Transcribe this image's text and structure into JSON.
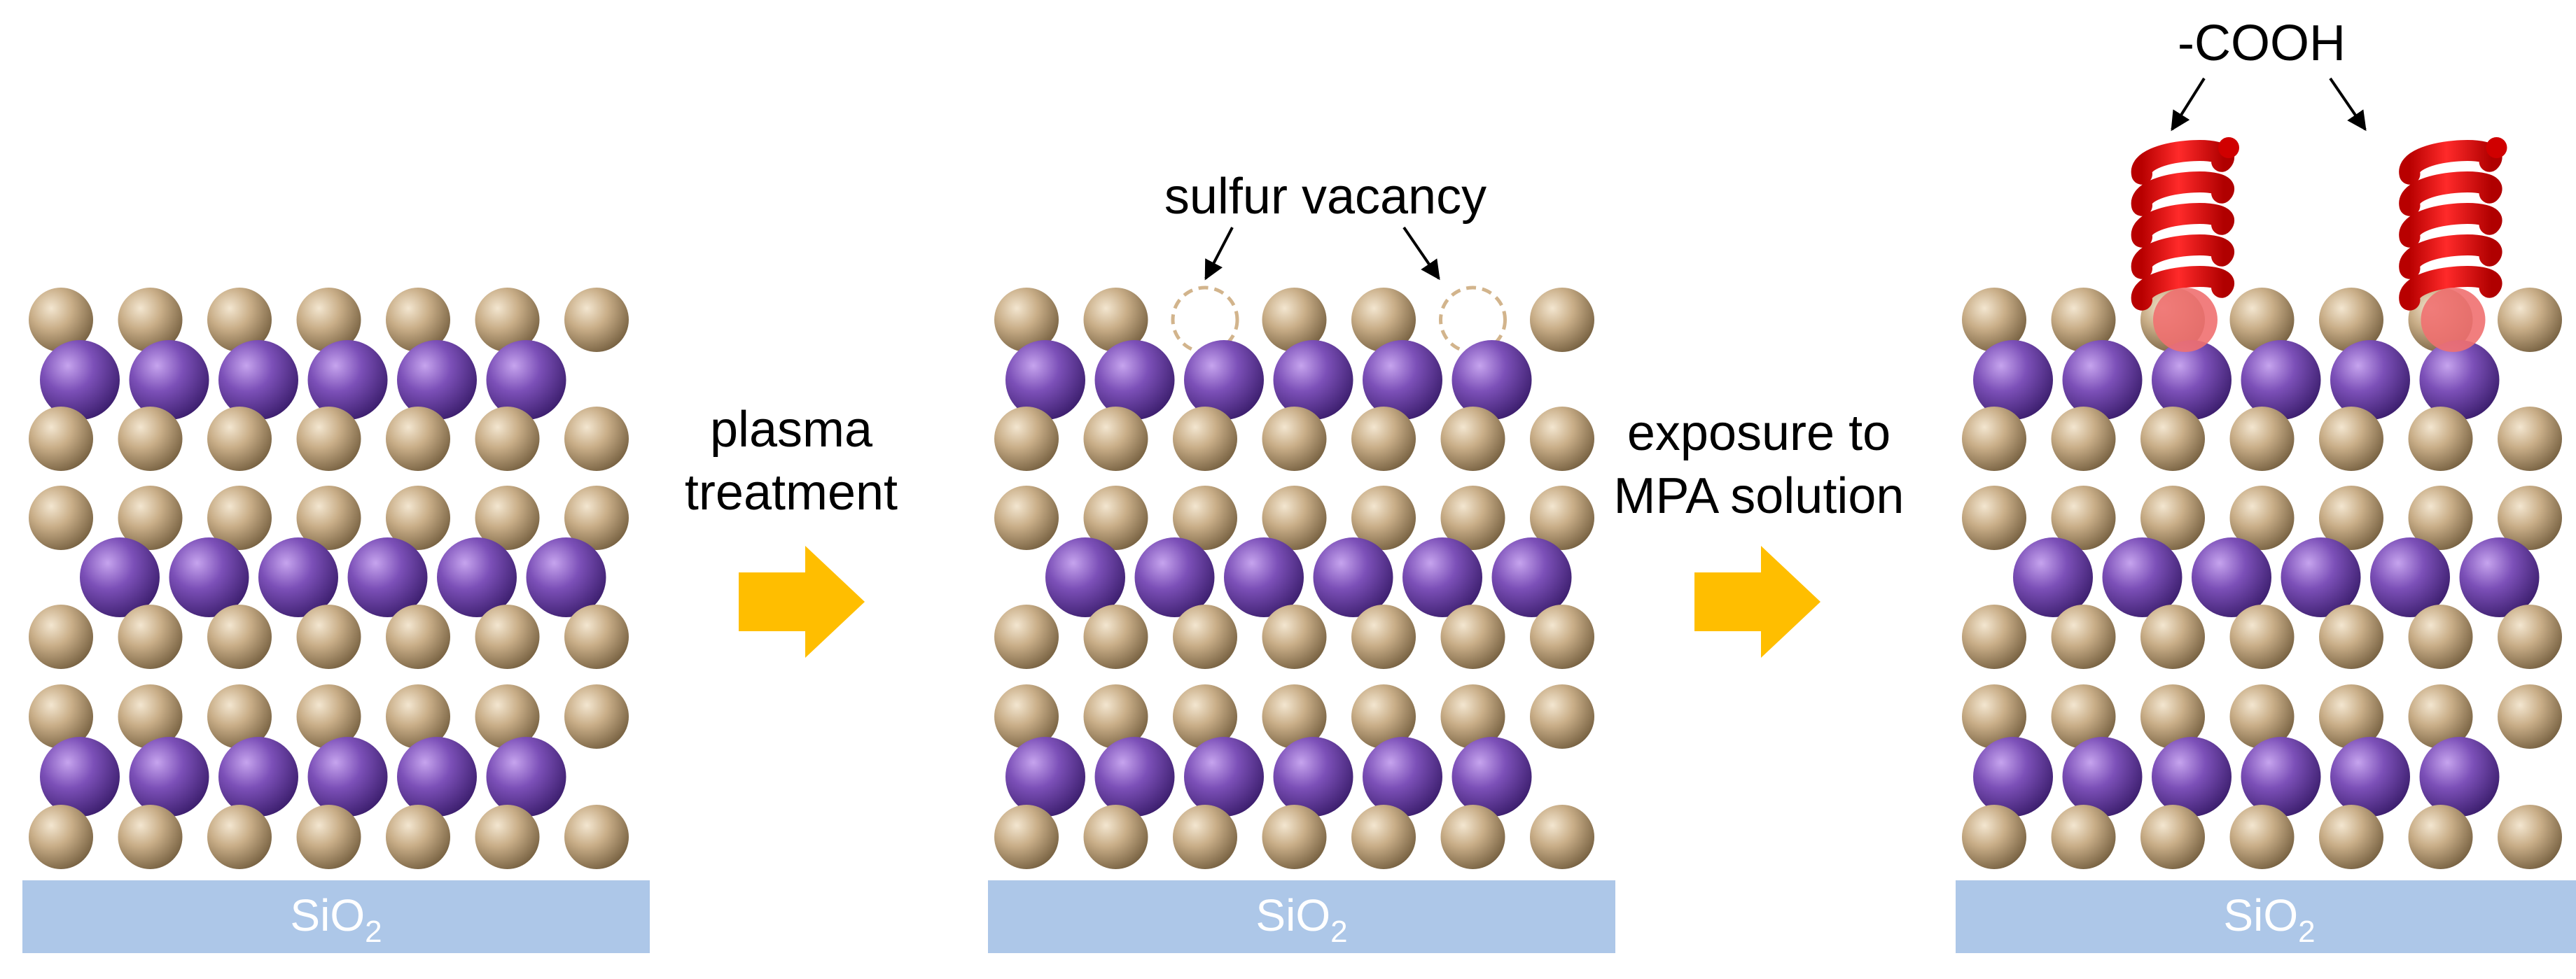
{
  "panels": [
    {
      "substrate": {
        "base": "SiO",
        "subscript": "2"
      },
      "vacancies": [],
      "ligands": []
    },
    {
      "substrate": {
        "base": "SiO",
        "subscript": "2"
      },
      "vacancies": [
        2,
        5
      ],
      "ligands": []
    },
    {
      "substrate": {
        "base": "SiO",
        "subscript": "2"
      },
      "vacancies": [],
      "ligands": [
        2,
        5
      ]
    }
  ],
  "steps": [
    {
      "lines": [
        "plasma",
        "treatment"
      ]
    },
    {
      "lines": [
        "exposure to",
        "MPA solution"
      ]
    }
  ],
  "annotations": {
    "vacancy_label": "sulfur vacancy",
    "ligand_label": "-COOH"
  },
  "colors": {
    "sulfur": "#b89d78",
    "molybdenum": "#7a4fb4",
    "substrate": "#adc7e8",
    "substrate_text": "#ffffff",
    "arrow": "#ffbe00",
    "ligand": "#ee0000",
    "ligand_anchor": "#f07070",
    "vacancy_outline": "#d2b48c",
    "text": "#000000"
  }
}
